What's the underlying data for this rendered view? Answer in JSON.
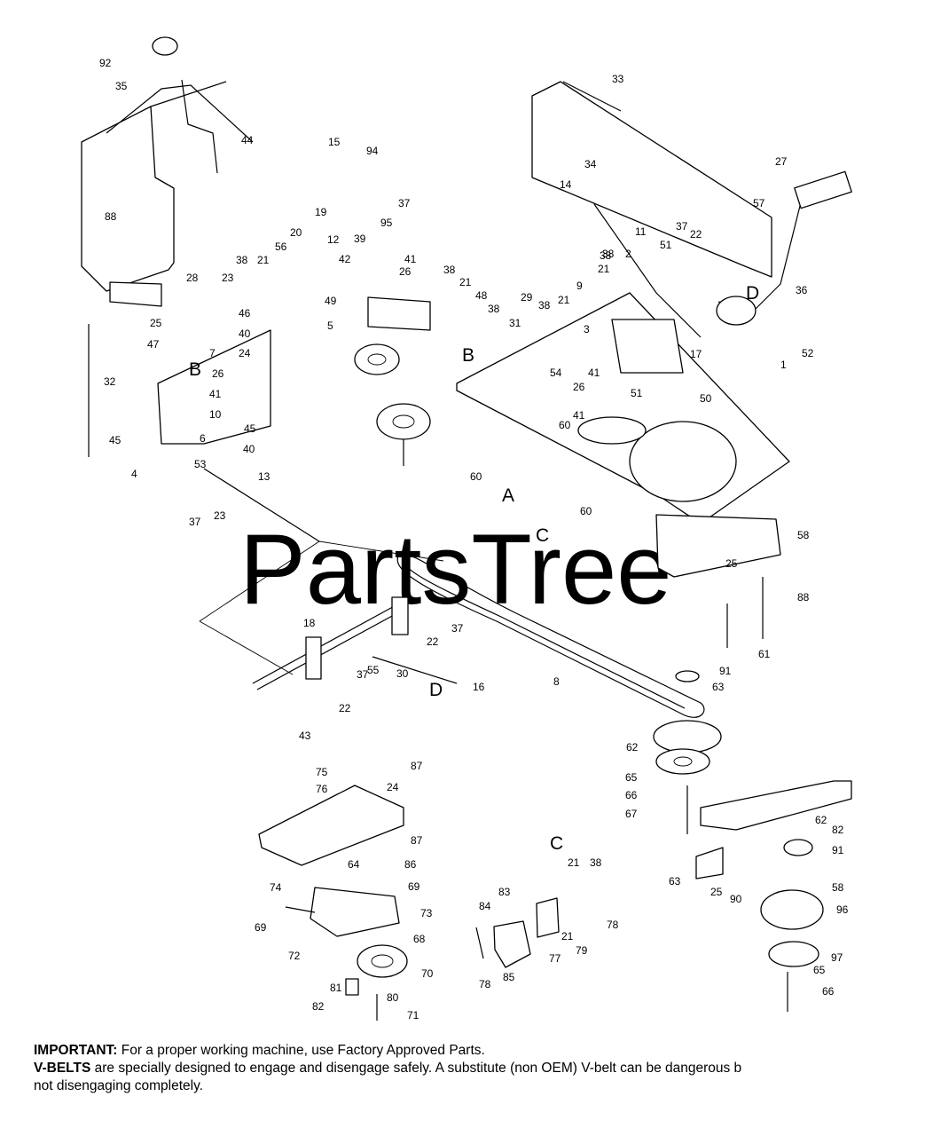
{
  "watermark": "PartsTree",
  "section_labels": [
    "A",
    "B",
    "B",
    "C",
    "C",
    "D",
    "D"
  ],
  "callouts": [
    "92",
    "35",
    "33",
    "15",
    "94",
    "44",
    "37",
    "27",
    "88",
    "19",
    "20",
    "95",
    "57",
    "28",
    "23",
    "38",
    "21",
    "56",
    "12",
    "39",
    "42",
    "34",
    "14",
    "11",
    "37",
    "22",
    "51",
    "25",
    "46",
    "40",
    "47",
    "24",
    "49",
    "41",
    "26",
    "38",
    "21",
    "48",
    "38",
    "31",
    "29",
    "38",
    "21",
    "9",
    "36",
    "38",
    "2",
    "5",
    "7",
    "26",
    "41",
    "10",
    "6",
    "53",
    "3",
    "41",
    "26",
    "17",
    "54",
    "41",
    "60",
    "51",
    "38",
    "21",
    "1",
    "52",
    "50",
    "32",
    "45",
    "45",
    "40",
    "4",
    "13",
    "37",
    "23",
    "60",
    "60",
    "58",
    "25",
    "88",
    "61",
    "18",
    "37",
    "22",
    "22",
    "37",
    "55",
    "30",
    "16",
    "91",
    "63",
    "8",
    "43",
    "62",
    "87",
    "24",
    "75",
    "76",
    "87",
    "86",
    "65",
    "66",
    "67",
    "74",
    "64",
    "69",
    "73",
    "69",
    "68",
    "72",
    "70",
    "81",
    "80",
    "82",
    "71",
    "21",
    "38",
    "83",
    "84",
    "78",
    "21",
    "79",
    "77",
    "78",
    "85",
    "82",
    "91",
    "62",
    "58",
    "63",
    "25",
    "90",
    "96",
    "97",
    "65",
    "66",
    "62"
  ],
  "footer": {
    "important_label": "IMPORTANT:",
    "important_text": " For a proper working machine, use Factory Approved Parts.",
    "vbelts_label": "V-BELTS",
    "vbelts_text": " are specially designed to engage and disengage safely. A substitute (non OEM) V-belt can be dangerous b",
    "continuation": "not disengaging completely."
  }
}
